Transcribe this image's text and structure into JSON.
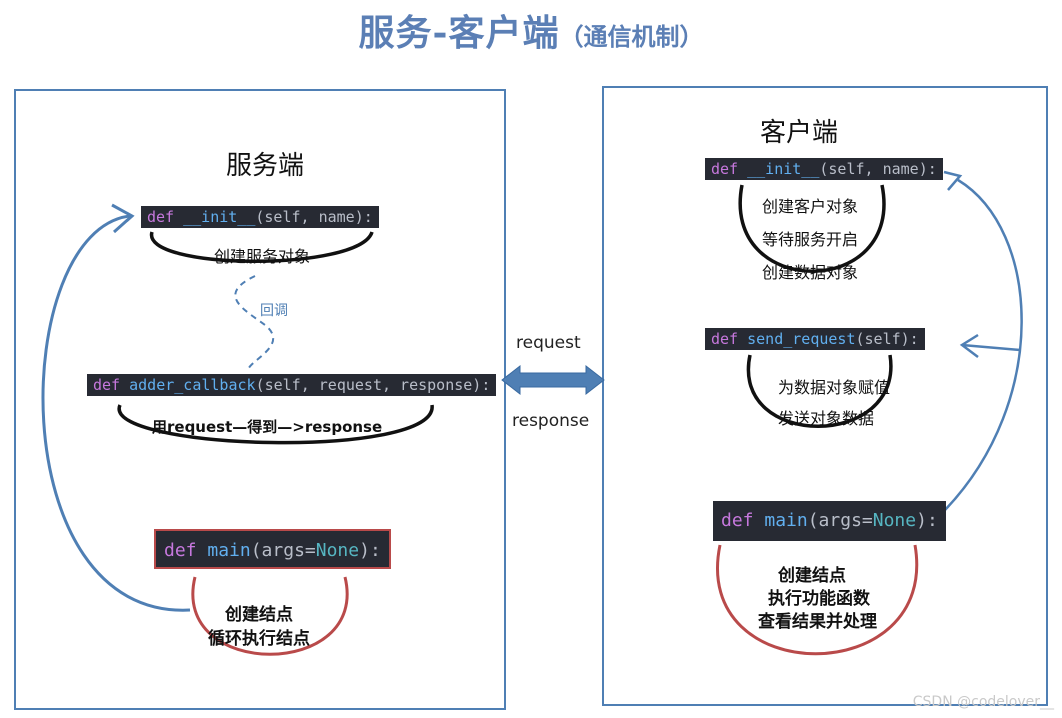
{
  "title": {
    "main": "服务-客户端",
    "sub": "（通信机制）"
  },
  "server": {
    "title": "服务端",
    "init_code": {
      "kw": "def",
      "fn": "__init__",
      "args": "(self, name):"
    },
    "init_note": "创建服务对象",
    "callback_note": "回调",
    "adder_code": {
      "kw": "def",
      "fn": "adder_callback",
      "args": "(self, request, response):"
    },
    "adder_note": "用request—得到—>response",
    "main_code": {
      "kw": "def",
      "fn": "main",
      "open": "(args=",
      "cst": "None",
      "close": "):"
    },
    "main_notes": [
      "创建结点",
      "循环执行结点"
    ]
  },
  "client": {
    "title": "客户端",
    "init_code": {
      "kw": "def",
      "fn": "__init__",
      "args": "(self, name):"
    },
    "init_notes": [
      "创建客户对象",
      "等待服务开启",
      "创建数据对象"
    ],
    "send_code": {
      "kw": "def",
      "fn": "send_request",
      "args": "(self):"
    },
    "send_notes": [
      "为数据对象赋值",
      "发送对象数据"
    ],
    "main_code": {
      "kw": "def",
      "fn": "main",
      "open": "(args=",
      "cst": "None",
      "close": "):"
    },
    "main_notes": [
      "创建结点",
      "执行功能函数",
      "查看结果并处理"
    ]
  },
  "link": {
    "request": "request",
    "response": "response"
  },
  "watermark": "CSDN @codelover__",
  "colors": {
    "accent": "#4f7fb4",
    "code_bg": "#272a33",
    "main_stroke": "#b94a4a"
  }
}
